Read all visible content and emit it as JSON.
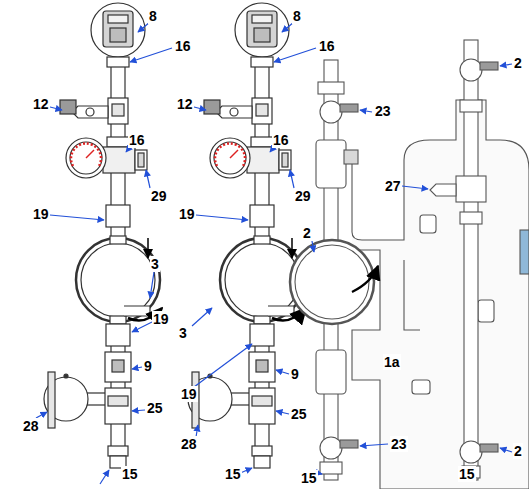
{
  "diagram": {
    "labels": [
      "8",
      "16",
      "12",
      "16",
      "29",
      "19",
      "3",
      "19",
      "9",
      "25",
      "28",
      "15",
      "8",
      "16",
      "12",
      "16",
      "29",
      "19",
      "3",
      "19",
      "9",
      "25",
      "28",
      "15",
      "23",
      "2",
      "1a",
      "23",
      "15",
      "2",
      "27",
      "15",
      "2"
    ]
  }
}
